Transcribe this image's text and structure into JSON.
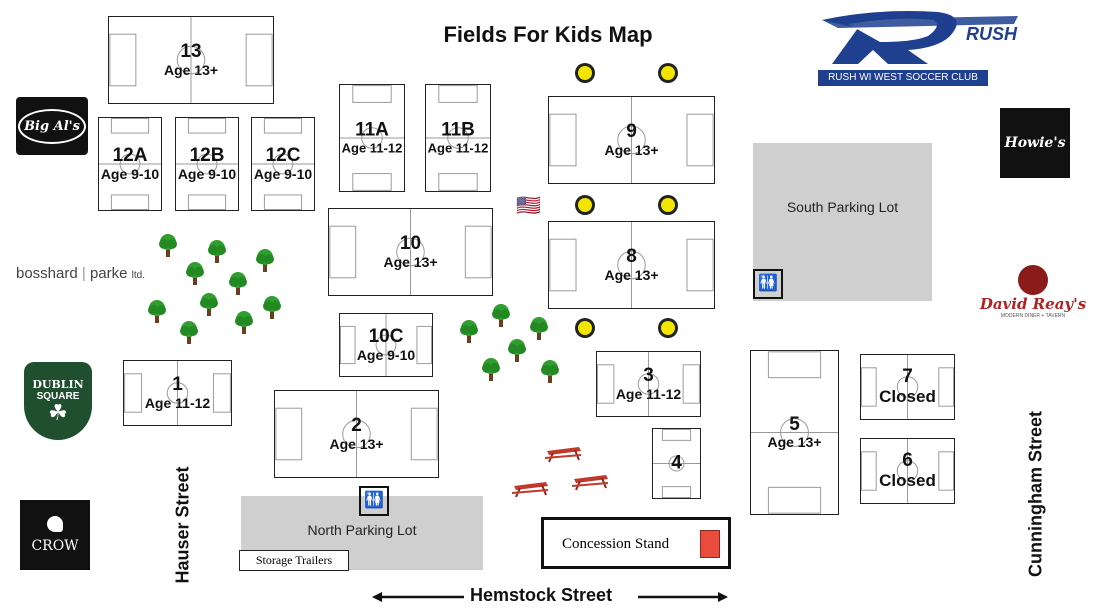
{
  "title": "Fields For Kids Map",
  "club": {
    "logo_text": "RUSH",
    "subtitle": "RUSH WI WEST SOCCER CLUB",
    "color": "#1f3f8f"
  },
  "fields": [
    {
      "id": "13",
      "age": "Age 13+"
    },
    {
      "id": "12A",
      "age": "Age 9-10"
    },
    {
      "id": "12B",
      "age": "Age 9-10"
    },
    {
      "id": "12C",
      "age": "Age 9-10"
    },
    {
      "id": "11A",
      "age": "Age 11-12"
    },
    {
      "id": "11B",
      "age": "Age 11-12"
    },
    {
      "id": "9",
      "age": "Age 13+"
    },
    {
      "id": "10",
      "age": "Age 13+"
    },
    {
      "id": "8",
      "age": "Age 13+"
    },
    {
      "id": "10C",
      "age": "Age 9-10"
    },
    {
      "id": "1",
      "age": "Age 11-12"
    },
    {
      "id": "2",
      "age": "Age 13+"
    },
    {
      "id": "3",
      "age": "Age 11-12"
    },
    {
      "id": "4",
      "age": ""
    },
    {
      "id": "5",
      "age": "Age 13+"
    },
    {
      "id": "7",
      "age": "Closed"
    },
    {
      "id": "6",
      "age": "Closed"
    }
  ],
  "lots": {
    "south": "South Parking Lot",
    "north": "North Parking Lot",
    "storage": "Storage Trailers"
  },
  "concession": "Concession Stand",
  "streets": {
    "hauser": "Hauser Street",
    "hemstock": "Hemstock Street",
    "cunningham": "Cunningham Street"
  },
  "sponsors": {
    "bigals": "Big Al's",
    "bosshard": "bosshard",
    "parke": "parke",
    "ltd": "ltd.",
    "dublin": "DUBLIN",
    "square": "SQUARE",
    "crow": "CROW",
    "howies": "Howie's",
    "davidreays": "David Reay's",
    "davidreays_sub": "MODERN DINER + TAVERN"
  },
  "colors": {
    "lot": "#cfcfcf",
    "tree": "#2f9e2f",
    "sun": "#f2e600",
    "picnic": "#c0392b"
  }
}
